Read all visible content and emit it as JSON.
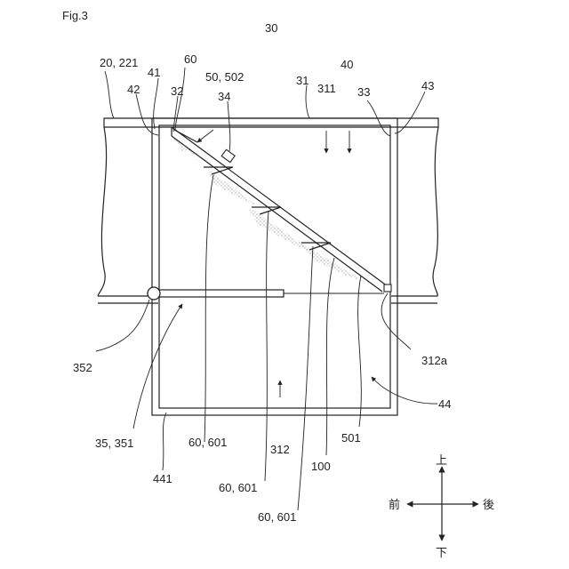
{
  "figure": {
    "title": "Fig.3",
    "labels": {
      "l30": "30",
      "l20_221": "20, 221",
      "l60_top": "60",
      "l41": "41",
      "l50_502": "50, 502",
      "l31": "31",
      "l40": "40",
      "l42": "42",
      "l32": "32",
      "l34": "34",
      "l311": "311",
      "l33": "33",
      "l43": "43",
      "l352": "352",
      "l312a": "312a",
      "l44": "44",
      "l35_351": "35, 351",
      "l60_601_a": "60, 601",
      "l312": "312",
      "l501": "501",
      "l100": "100",
      "l441": "441",
      "l60_601_b": "60, 601",
      "l60_601_c": "60, 601"
    },
    "directions": {
      "up": "上",
      "down": "下",
      "front": "前",
      "back": "後"
    }
  }
}
